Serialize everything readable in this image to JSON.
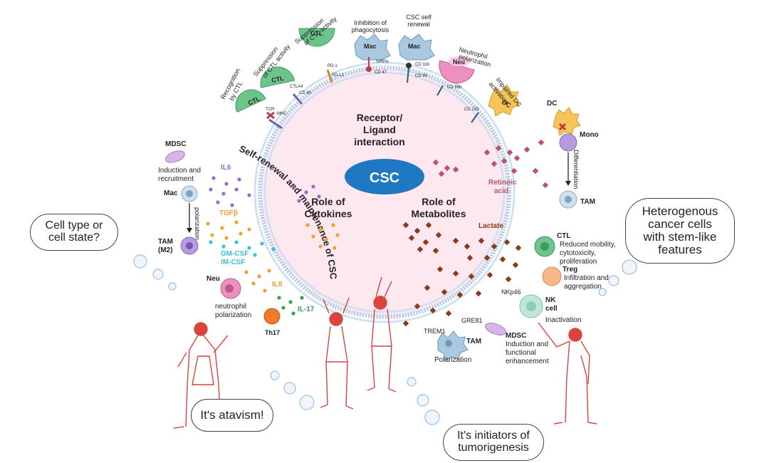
{
  "center": {
    "core_label": "CSC",
    "receptor": [
      "Receptor/",
      "Ligand",
      "interaction"
    ],
    "cytokines": [
      "Role of",
      "Cytokines"
    ],
    "metabolites": [
      "Role of",
      "Metabolites"
    ]
  },
  "arc_text": "Self-renewal and maintenance of CSC",
  "bubbles": {
    "left": [
      "Cell type or",
      "cell state?"
    ],
    "right": [
      "Heterogenous",
      "cancer cells",
      "with stem-like",
      "features"
    ],
    "atavism": "It's atavism!",
    "initiators": [
      "It's initiators of",
      "tumorigenesis"
    ]
  },
  "receptor_panel": {
    "recognition": [
      "Recognition",
      "by CTL"
    ],
    "suppression1": [
      "Suppression",
      "of CTL activity"
    ],
    "suppression2": [
      "Suppression",
      "of CTL activity"
    ],
    "phagocytosis": [
      "Inhibition of",
      "phagocytosis"
    ],
    "csc_renewal": [
      "CSC self",
      "renewal"
    ],
    "neutrophil": [
      "Neutrophil",
      "polarization"
    ],
    "impaired_dc": [
      "Impaired DC",
      "activation"
    ],
    "cells": {
      "ctl": "CTL",
      "mac": "Mac",
      "neu": "Neu",
      "dc": "DC"
    },
    "receptors": {
      "tcr": "TCR",
      "mhc": "MHC",
      "ctla4": "CTLA4",
      "cd80": "CD 80",
      "pd1": "PD-1",
      "pdl1": "PD-L1",
      "sirpa": "SIRPα",
      "cd47": "CD 47",
      "cd11b": "CD 11b",
      "cd90": "CD 90",
      "cd66b": "CD 66b",
      "cd133": "CD 133"
    }
  },
  "cytokine_panel": {
    "mdsc": "MDSC",
    "induction": [
      "Induction and",
      "recruitment"
    ],
    "mac": "Mac",
    "polarization": "polarization",
    "tam_m2": [
      "TAM",
      "(M2)"
    ],
    "neu": "Neu",
    "neutrophil_polarization": [
      "neutrophil",
      "polarization"
    ],
    "th17": "Th17",
    "il6": "IL6",
    "tgfb": "TGFβ",
    "gmcsf": [
      "GM-CSF",
      "/M-CSF"
    ],
    "il8": "IL8",
    "il17": "IL-17"
  },
  "metabolite_panel": {
    "dc": "DC",
    "mono": "Mono",
    "differentiation": "Differentiation",
    "tam": "TAM",
    "retinoic": [
      "Retinoic",
      "acid"
    ],
    "lactate": "Lactate",
    "ctl": "CTL",
    "ctl_desc": [
      "Reduced mobility,",
      "cytotoxicity,",
      "proliferation"
    ],
    "treg": "Treg",
    "treg_desc": [
      "Infiltration and",
      "aggregation"
    ],
    "nkp46": "NKp46",
    "nk": [
      "NK",
      "cell"
    ],
    "inactivation": "Inactivation",
    "trem1": "TREM1",
    "tam2": "TAM",
    "polarization": "Polarization",
    "gre81": "GRE81",
    "mdsc": "MDSC",
    "mdsc_desc": [
      "Induction and",
      "functional",
      "enhancement"
    ]
  },
  "colors": {
    "circle_fill": "#fde8ef",
    "ring": "#9fc3e8",
    "csc": "#1e78c2",
    "ctl": "#6cc48a",
    "mac": "#a9c9e0",
    "neu": "#ee8fc2",
    "dc": "#f7c45a",
    "mono": "#b79be0",
    "il6": "#9b6cc4",
    "tgfb": "#f0a030",
    "gmcsf": "#40c0d8",
    "il8": "#f0a030",
    "il17": "#3aa34a",
    "metabolite": "#8b3a1a",
    "retinoic": "#c0506a",
    "people": "#d9443c"
  }
}
